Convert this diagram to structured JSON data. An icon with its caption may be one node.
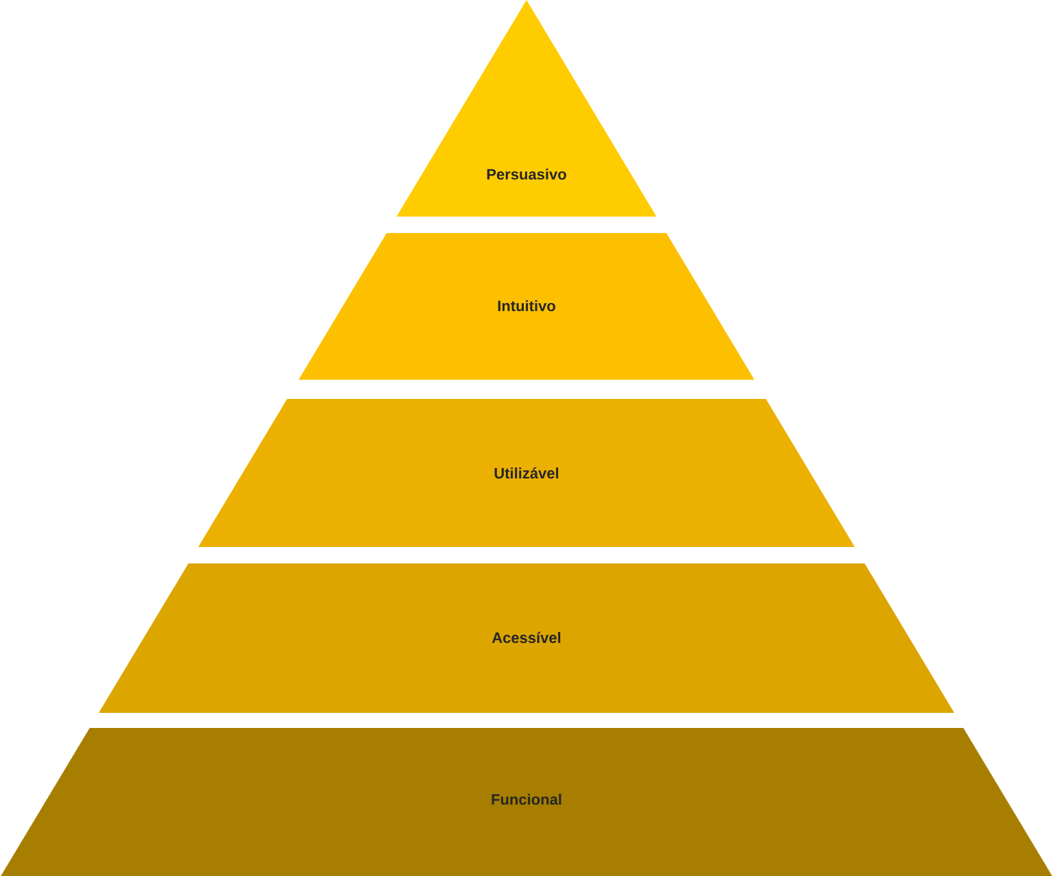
{
  "diagram": {
    "nodes": [
      {
        "text": [
          "Persuasivo"
        ]
      },
      {
        "text": [
          "Intuitivo"
        ]
      },
      {
        "text": [
          "Utilizável"
        ]
      },
      {
        "text": [
          "Acessível"
        ]
      },
      {
        "text": [
          "Funcional"
        ]
      }
    ]
  }
}
